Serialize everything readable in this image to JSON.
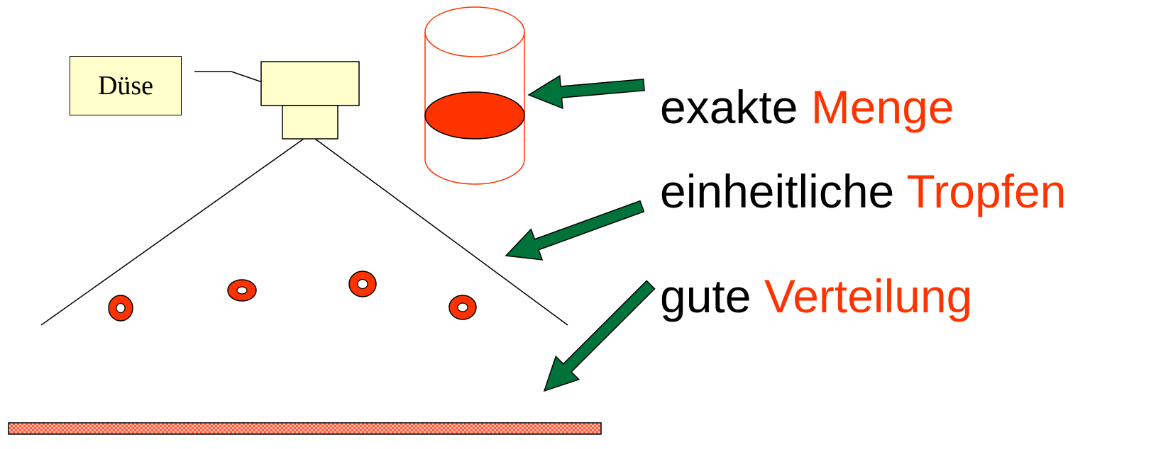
{
  "colors": {
    "accent": "#ff3300",
    "arrow_fill": "#00733a",
    "nozzle_fill": "#ffffcc",
    "line": "#000000"
  },
  "nozzle": {
    "label": "Düse"
  },
  "bullets": [
    {
      "plain": "exakte",
      "highlight": "Menge"
    },
    {
      "plain": "einheitliche",
      "highlight": "Tropfen"
    },
    {
      "plain": "gute",
      "highlight": "Verteilung"
    }
  ],
  "icons": {
    "cylinder": "cylinder-icon",
    "arrows": "arrow-icon",
    "droplets": "droplet-icon",
    "surface": "hatched-surface"
  }
}
